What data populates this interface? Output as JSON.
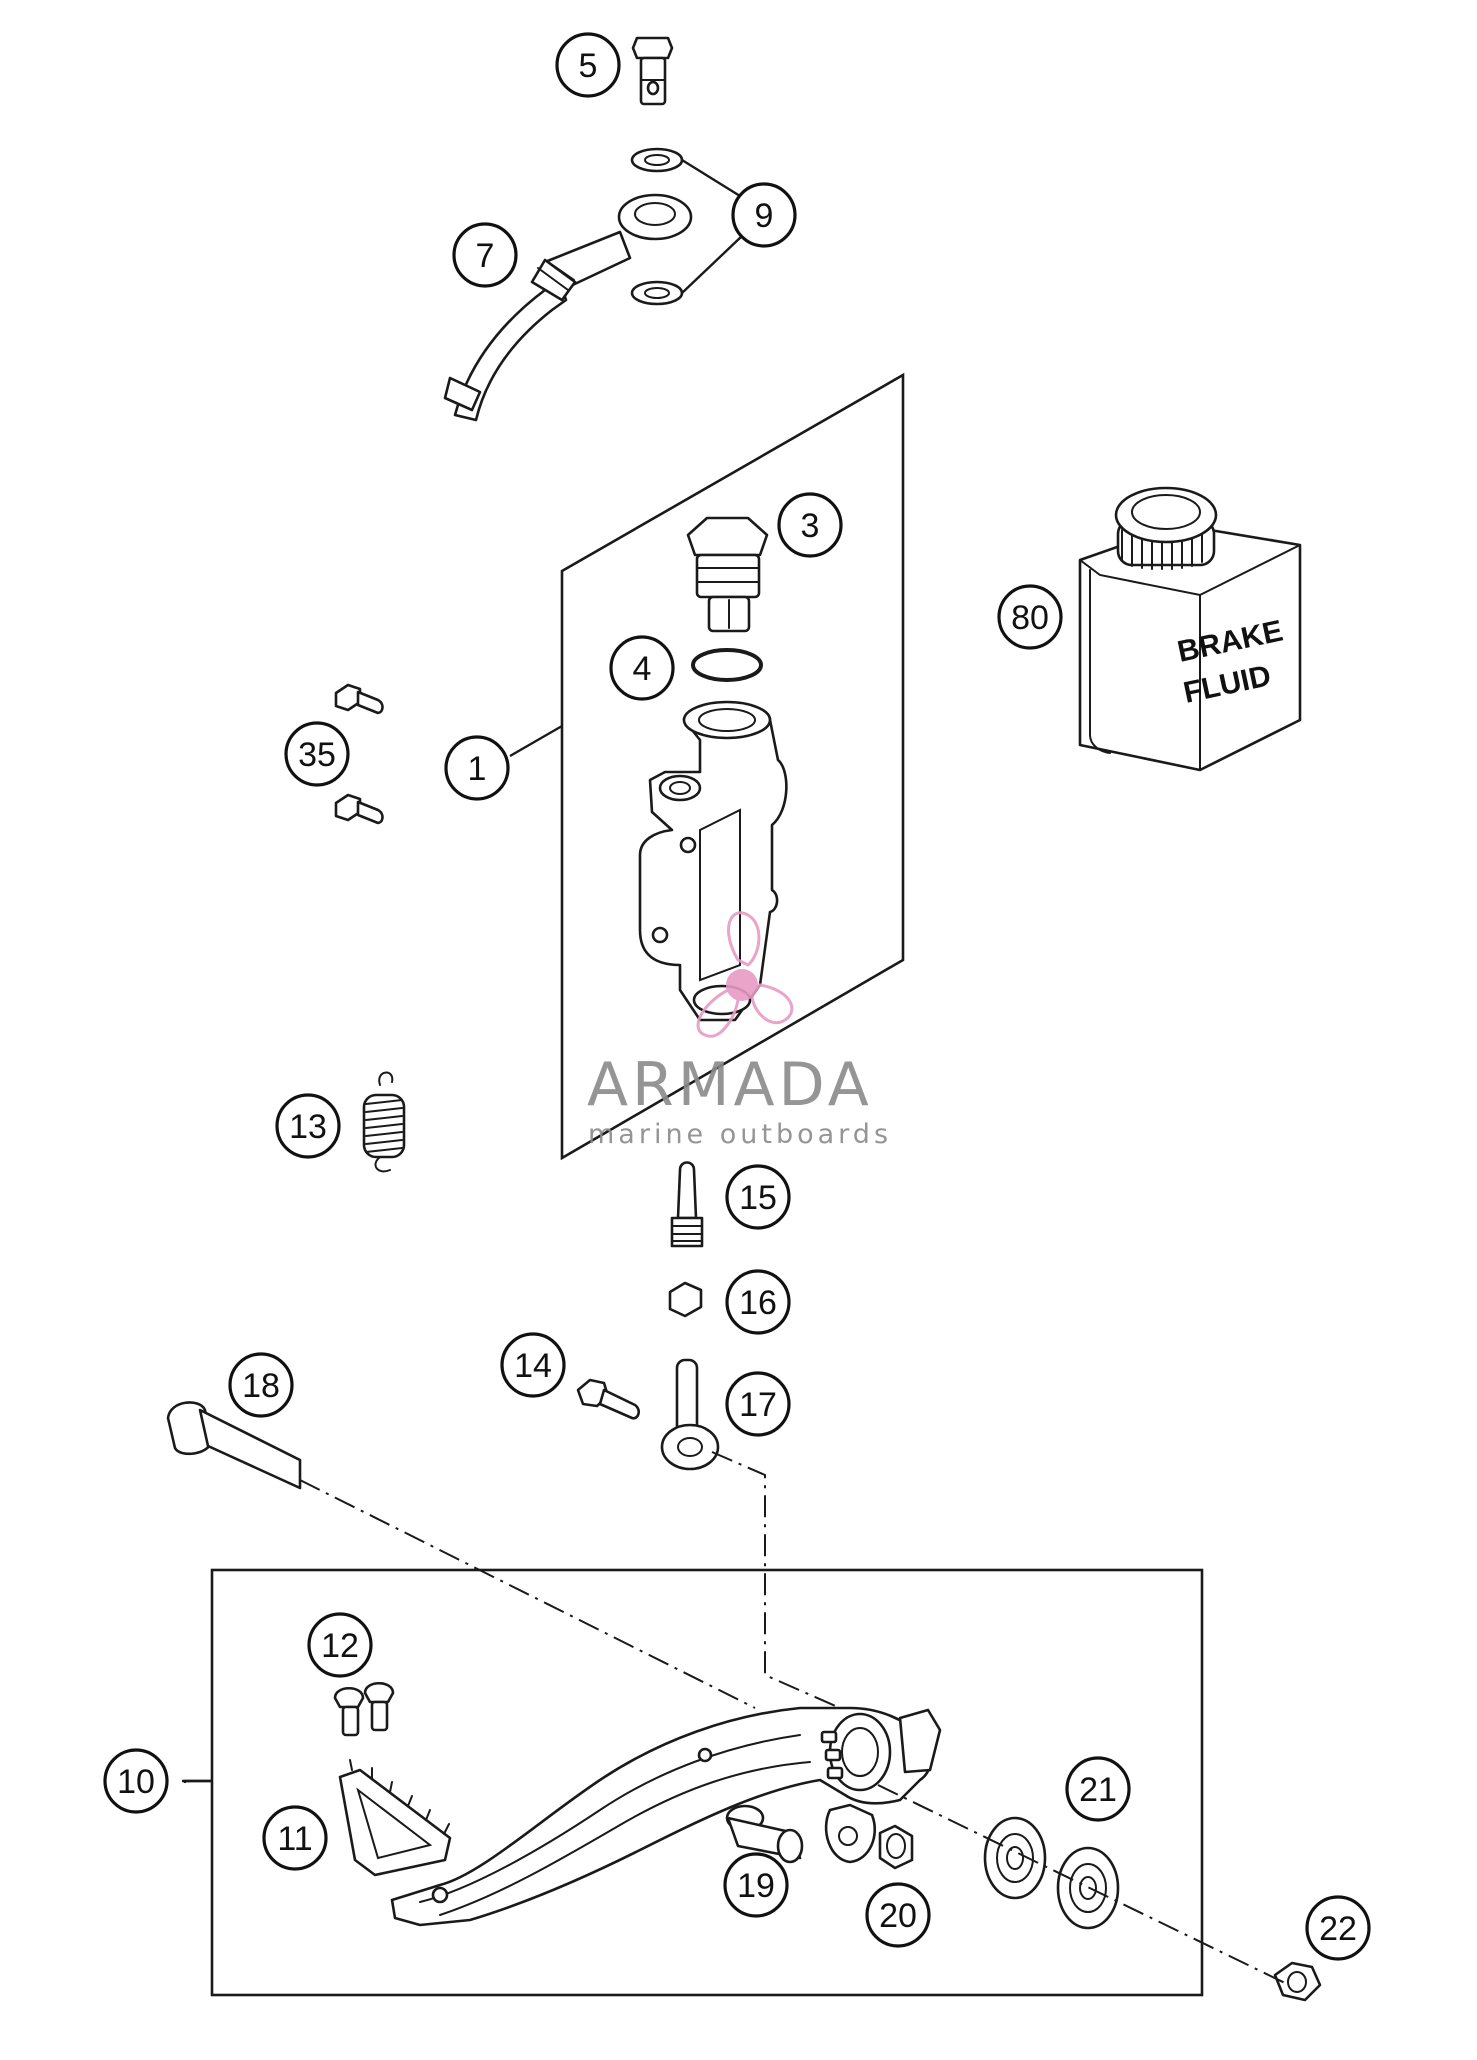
{
  "callouts": [
    {
      "id": "5",
      "label": "5"
    },
    {
      "id": "9",
      "label": "9"
    },
    {
      "id": "7",
      "label": "7"
    },
    {
      "id": "3",
      "label": "3"
    },
    {
      "id": "80",
      "label": "80"
    },
    {
      "id": "4",
      "label": "4"
    },
    {
      "id": "35",
      "label": "35"
    },
    {
      "id": "1",
      "label": "1"
    },
    {
      "id": "13",
      "label": "13"
    },
    {
      "id": "15",
      "label": "15"
    },
    {
      "id": "16",
      "label": "16"
    },
    {
      "id": "14",
      "label": "14"
    },
    {
      "id": "17",
      "label": "17"
    },
    {
      "id": "18",
      "label": "18"
    },
    {
      "id": "12",
      "label": "12"
    },
    {
      "id": "10",
      "label": "10"
    },
    {
      "id": "11",
      "label": "11"
    },
    {
      "id": "21",
      "label": "21"
    },
    {
      "id": "19",
      "label": "19"
    },
    {
      "id": "20",
      "label": "20"
    },
    {
      "id": "22",
      "label": "22"
    }
  ],
  "bottle_label": {
    "line1": "BRAKE",
    "line2": "FLUID"
  },
  "watermark": {
    "name": "ARMADA",
    "tagline": "marine outboards",
    "accent_color": "#e89ac4"
  }
}
